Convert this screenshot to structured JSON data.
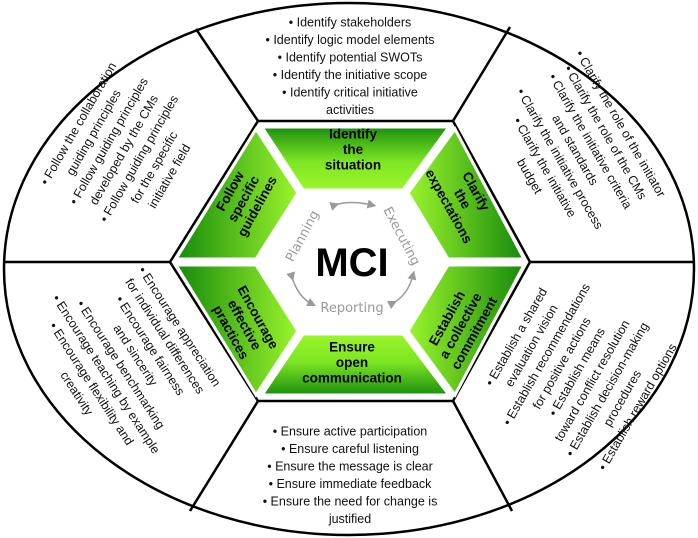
{
  "center": {
    "title": "MCI",
    "cycle": [
      "Planning",
      "Executing",
      "Reporting"
    ]
  },
  "phases": [
    {
      "id": "top",
      "lines": [
        "Identify",
        "the",
        "situation"
      ]
    },
    {
      "id": "top-right",
      "lines": [
        "Clarify",
        "the",
        "expectations"
      ]
    },
    {
      "id": "bottom-right",
      "lines": [
        "Establish",
        "a collective",
        "commitment"
      ]
    },
    {
      "id": "bottom",
      "lines": [
        "Ensure",
        "open",
        "communication"
      ]
    },
    {
      "id": "bottom-left",
      "lines": [
        "Encourage",
        "effective",
        "practices"
      ]
    },
    {
      "id": "top-left",
      "lines": [
        "Follow",
        "specific",
        "guidelines"
      ]
    }
  ],
  "details": [
    {
      "id": "top",
      "items": [
        [
          "Identify stakeholders"
        ],
        [
          "Identify logic model elements"
        ],
        [
          "Identify potential SWOTs"
        ],
        [
          "Identify the initiative scope"
        ],
        [
          "Identify critical initiative",
          "activities"
        ]
      ]
    },
    {
      "id": "top-right",
      "items": [
        [
          "Clarify the role of the initiator"
        ],
        [
          "Clarify the role of the CMs"
        ],
        [
          "Clarify the initiative criteria",
          "and standards"
        ],
        [
          "Clarify the initiative process"
        ],
        [
          "Clarify the initiative",
          "budget"
        ]
      ]
    },
    {
      "id": "bottom-right",
      "items": [
        [
          "Establish a shared",
          "evaluation vision"
        ],
        [
          "Establish recommendations",
          "for positive actions"
        ],
        [
          "Establish means",
          "toward conflict resolution"
        ],
        [
          "Establish decision-making",
          "procedures"
        ],
        [
          "Establish reward options"
        ]
      ]
    },
    {
      "id": "bottom",
      "items": [
        [
          "Ensure active participation"
        ],
        [
          "Ensure careful listening"
        ],
        [
          "Ensure the message is clear"
        ],
        [
          "Ensure immediate feedback"
        ],
        [
          "Ensure the need for change is",
          "justified"
        ]
      ]
    },
    {
      "id": "bottom-left",
      "items": [
        [
          "Encourage appreciation",
          "for individual differences"
        ],
        [
          "Encourage fairness",
          "and sincerity"
        ],
        [
          "Encourage benchmarking"
        ],
        [
          "Encourage teaching by example"
        ],
        [
          "Encourage flexibility and",
          "creativity"
        ]
      ]
    },
    {
      "id": "top-left",
      "items": [
        [
          "Follow the collaboration",
          "guiding principles"
        ],
        [
          "Follow guiding principles",
          "developed by the CMs"
        ],
        [
          "Follow guiding principles",
          "for the specific",
          "initiative field"
        ]
      ]
    }
  ],
  "colors": {
    "green_dark": "#178a0c",
    "green_light": "#9bf52c",
    "outline": "#000000",
    "cycle_gray": "#9a9a9a"
  }
}
